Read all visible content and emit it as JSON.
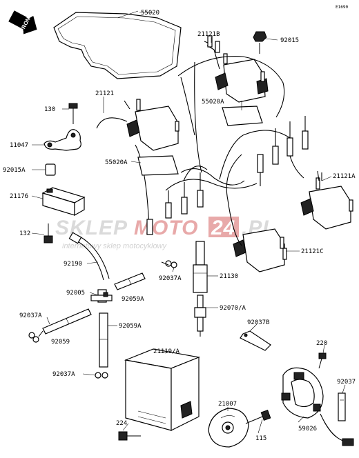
{
  "diagram_code": "E1690",
  "front_label": "FRONT",
  "watermark": {
    "brand_part1": "SKLEP",
    "brand_part2": "MOTO",
    "brand_part3": "24",
    "brand_part4": ".PL",
    "tagline": "internetowy sklep motocyklowy"
  },
  "part_labels": {
    "p55020": "55020",
    "p21121b": "21121B",
    "p92015": "92015",
    "p21121": "21121",
    "p55020a_top": "55020A",
    "p130": "130",
    "p11047": "11047",
    "p92015a": "92015A",
    "p55020a_mid": "55020A",
    "p21121a": "21121A",
    "p21176": "21176",
    "p132": "132",
    "p21121c": "21121C",
    "p92190": "92190",
    "p21130": "21130",
    "p92037a_top": "92037A",
    "p92005": "92005",
    "p92059a_top": "92059A",
    "p92070a": "92070/A",
    "p92037a_mid": "92037A",
    "p92059a_low": "92059A",
    "p92059": "92059",
    "p92037b": "92037B",
    "p21119a": "21119/A",
    "p220": "220",
    "p92037a_low": "92037A",
    "p92037": "92037",
    "p21007": "21007",
    "p59026": "59026",
    "p224": "224",
    "p115": "115"
  }
}
